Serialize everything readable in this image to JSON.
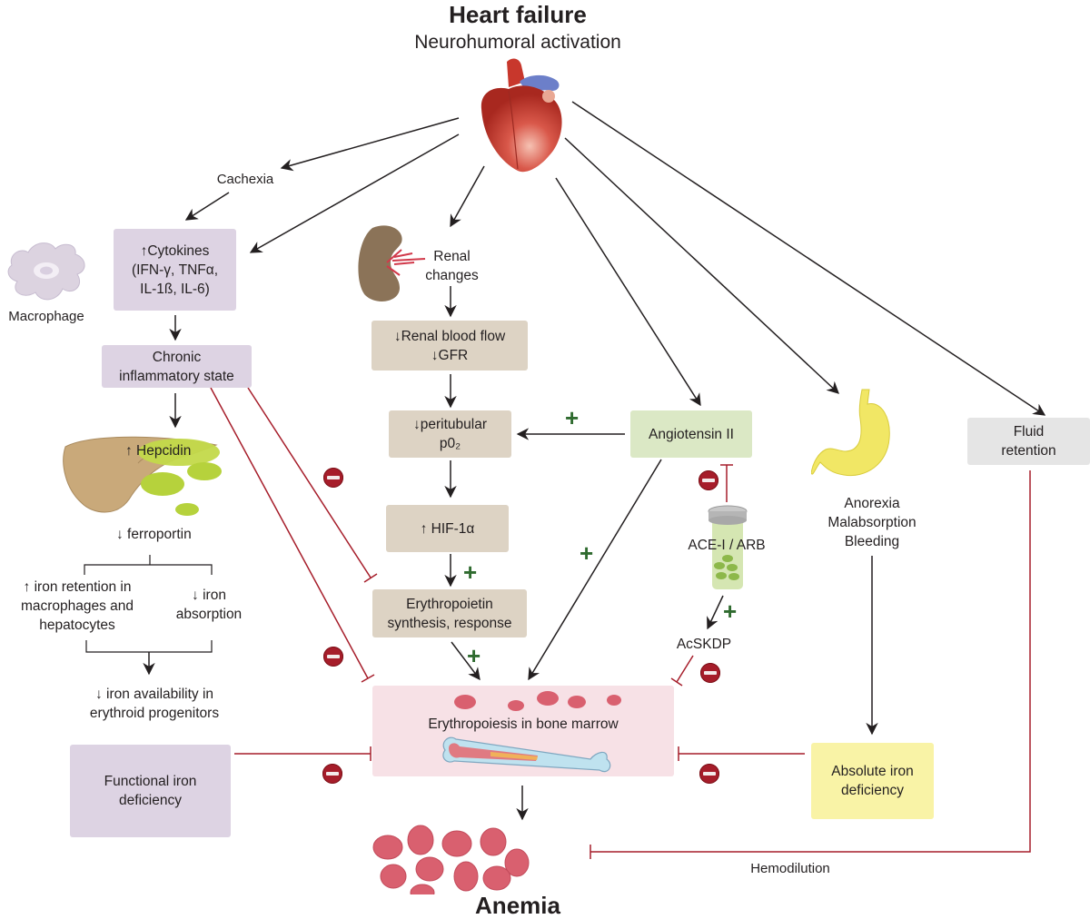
{
  "header": {
    "title": "Heart failure",
    "subtitle": "Neurohumoral activation"
  },
  "nodes": {
    "cachexia": "Cachexia",
    "macrophage": "Macrophage",
    "cytokines": {
      "line1": "↑Cytokines",
      "line2": "(IFN-γ, TNFα,",
      "line3": "IL-1ß, IL-6)"
    },
    "chronic_inflammation": {
      "line1": "Chronic",
      "line2": "inflammatory state"
    },
    "hepcidin": "↑ Hepcidin",
    "ferroportin": "↓  ferroportin",
    "iron_retention": {
      "line1": "↑ iron retention in",
      "line2": "macrophages and",
      "line3": "hepatocytes"
    },
    "iron_absorption": {
      "line1": "↓ iron",
      "line2": "absorption"
    },
    "iron_availability": {
      "line1": "↓ iron availability in",
      "line2": "erythroid progenitors"
    },
    "functional_iron_deficiency": {
      "line1": "Functional iron",
      "line2": "deficiency"
    },
    "renal_changes": {
      "line1": "Renal",
      "line2": "changes"
    },
    "renal_blood_flow": {
      "line1": "↓Renal blood flow",
      "line2": "↓GFR"
    },
    "peritubular": {
      "line1": "↓peritubular",
      "line2": "p0₂"
    },
    "hif": "↑  HIF-1α",
    "erythropoietin": {
      "line1": "Erythropoietin",
      "line2": "synthesis, response"
    },
    "angiotensin": "Angiotensin II",
    "ace_arb": "ACE-I / ARB",
    "acskdp": "AcSKDP",
    "gi": {
      "line1": "Anorexia",
      "line2": "Malabsorption",
      "line3": "Bleeding"
    },
    "fluid_retention": {
      "line1": "Fluid",
      "line2": "retention"
    },
    "erythropoiesis": "Erythropoiesis in bone marrow",
    "absolute_iron_deficiency": {
      "line1": "Absolute iron",
      "line2": "deficiency"
    },
    "hemodilution": "Hemodilution",
    "anemia": "Anemia"
  },
  "signs": {
    "plus": "+"
  },
  "colors": {
    "stimulate_arrow": "#231f20",
    "inhibit_line": "#a61d2a",
    "plus_sign": "#2f6b2f",
    "minus_badge": "#a61d2a",
    "purple_box": "#ddd3e3",
    "tan_box": "#ddd3c4",
    "green_box": "#dbe8c5",
    "grey_box": "#e5e5e5",
    "yellow_box": "#f9f3a6",
    "pink_box": "#f7e1e6"
  }
}
